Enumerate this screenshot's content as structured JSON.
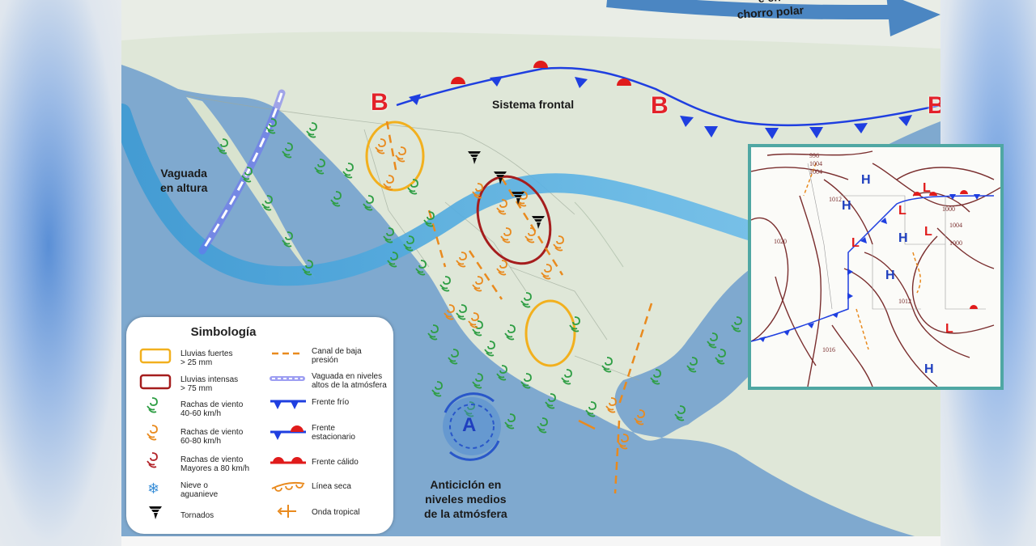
{
  "labels": {
    "trough_upper": "Vaguada\nen altura",
    "frontal_system": "Sistema frontal",
    "jet_top": "e en\nchorro polar",
    "anticyclone": "Anticiclón en\nniveles medios\nde la atmósfera",
    "low_pressure_marker": "B",
    "high_pressure_marker": "A"
  },
  "legend": {
    "title": "Simbología",
    "items": {
      "heavy_rain": "Lluvias fuertes\n> 25 mm",
      "intense_rain": "Lluvias intensas\n> 75 mm",
      "wind_40_60": "Rachas de viento\n40-60 km/h",
      "wind_60_80": "Rachas de viento\n60-80 km/h",
      "wind_80": "Rachas de viento\nMayores a 80 km/h",
      "snow": "Nieve o\naguanieve",
      "tornado": "Tornados",
      "low_channel": "Canal de baja\npresión",
      "upper_trough": "Vaguada en niveles\naltos de la atmósfera",
      "cold_front": "Frente frío",
      "stationary_front": "Frente\nestacionario",
      "warm_front": "Frente cálido",
      "dry_line": "Línea seca",
      "tropical_wave": "Onda tropical"
    }
  },
  "inset": {
    "isobars": [
      "996",
      "1004",
      "1004",
      "1012",
      "1000",
      "1004",
      "1000",
      "1020",
      "1012",
      "1016"
    ],
    "highs": [
      "H",
      "H",
      "H",
      "H",
      "H"
    ],
    "lows": [
      "L",
      "L",
      "L",
      "L",
      "L"
    ]
  },
  "colors": {
    "cold_front": "#1f3fe0",
    "warm_front": "#e01b1b",
    "jet_stream": "#4da6d8",
    "heavy_rain": "#f2b01e",
    "intense_rain": "#a51d1d",
    "wind_green": "#2e9e44",
    "wind_orange": "#e98a1e",
    "wind_red": "#b3242a",
    "low_marker": "#e3222a",
    "inset_border": "#4fa7a3",
    "isobar": "#7a2e2e"
  }
}
